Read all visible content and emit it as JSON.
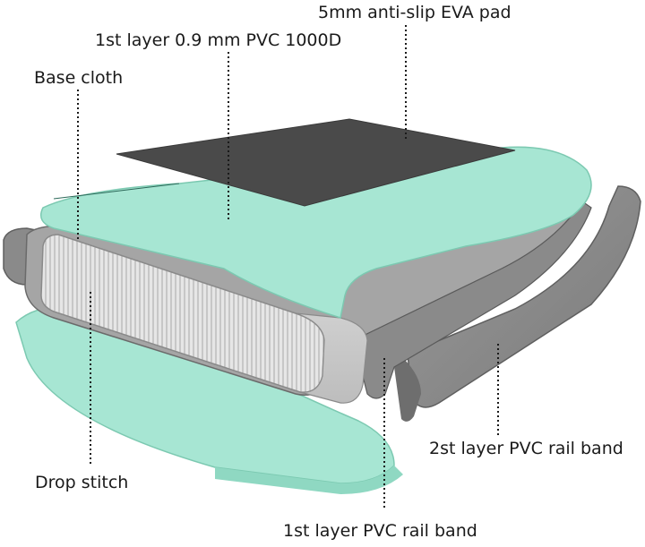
{
  "labels": {
    "eva_pad": "5mm anti-slip EVA pad",
    "pvc_layer": "1st layer 0.9 mm PVC 1000D",
    "base_cloth": "Base cloth",
    "drop_stitch": "Drop stitch",
    "rail_band_2": "2st layer PVC rail band",
    "rail_band_1": "1st layer PVC rail band"
  },
  "colors": {
    "mint": "#a7e6d3",
    "mint_dark": "#8fd8c2",
    "eva": "#4a4a4a",
    "rail_gray": "#8e8e8e",
    "rail_dark": "#6e6e6e",
    "core": "#d9d9d9"
  }
}
